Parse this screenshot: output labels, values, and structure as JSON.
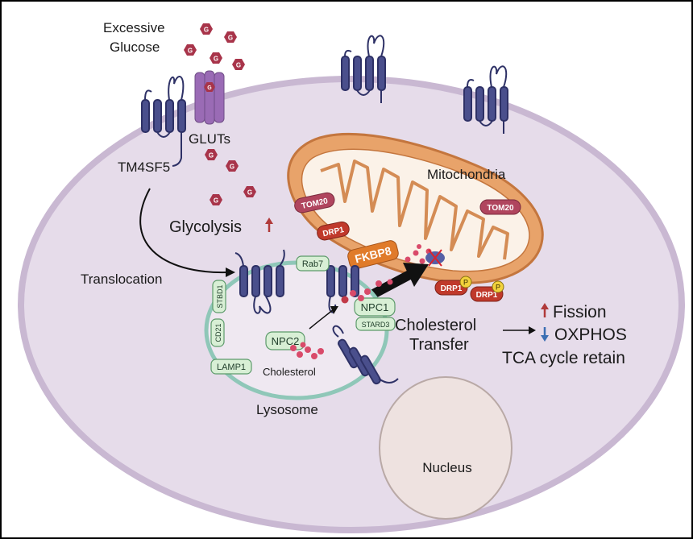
{
  "labels": {
    "excessive": "Excessive",
    "glucose": "Glucose",
    "gluts": "GLUTs",
    "tm4sf5": "TM4SF5",
    "glycolysis": "Glycolysis",
    "translocation": "Translocation",
    "mitochondria": "Mitochondria",
    "lysosome": "Lysosome",
    "cholesterol_small": "Cholesterol",
    "cholesterol_transfer_1": "Cholesterol",
    "cholesterol_transfer_2": "Transfer",
    "fission": "Fission",
    "oxphos": "OXPHOS",
    "tca": "TCA cycle retain",
    "nucleus": "Nucleus",
    "glucose_glyph": "G",
    "phospho_glyph": "P"
  },
  "proteins": {
    "tom20": "TOM20",
    "drp1": "DRP1",
    "fkbp8": "FKBP8",
    "rab7": "Rab7",
    "npc1": "NPC1",
    "npc2": "NPC2",
    "stard3": "STARD3",
    "stbd1": "STBD1",
    "cd21": "CD21",
    "lamp1": "LAMP1"
  },
  "colors": {
    "cell_fill": "#e6dcea",
    "cell_stroke": "#c9b8d2",
    "membrane_protein": "#4a4f8c",
    "glucose_fill": "#a8344a",
    "mito_outer": "#e8a36a",
    "tom20": "#b0455e",
    "drp1": "#c0392b",
    "fkbp8": "#e07b2a",
    "green_chip": "#d8efd5",
    "green_stroke": "#5c9a6a",
    "lysosome_fill": "#efe8f1",
    "lysosome_stroke": "#8fc7b8",
    "nucleus_fill": "#eee2e0",
    "phospho": "#f2d23b",
    "up_arrow": "#b03a3a",
    "down_arrow": "#3b6fb3"
  }
}
